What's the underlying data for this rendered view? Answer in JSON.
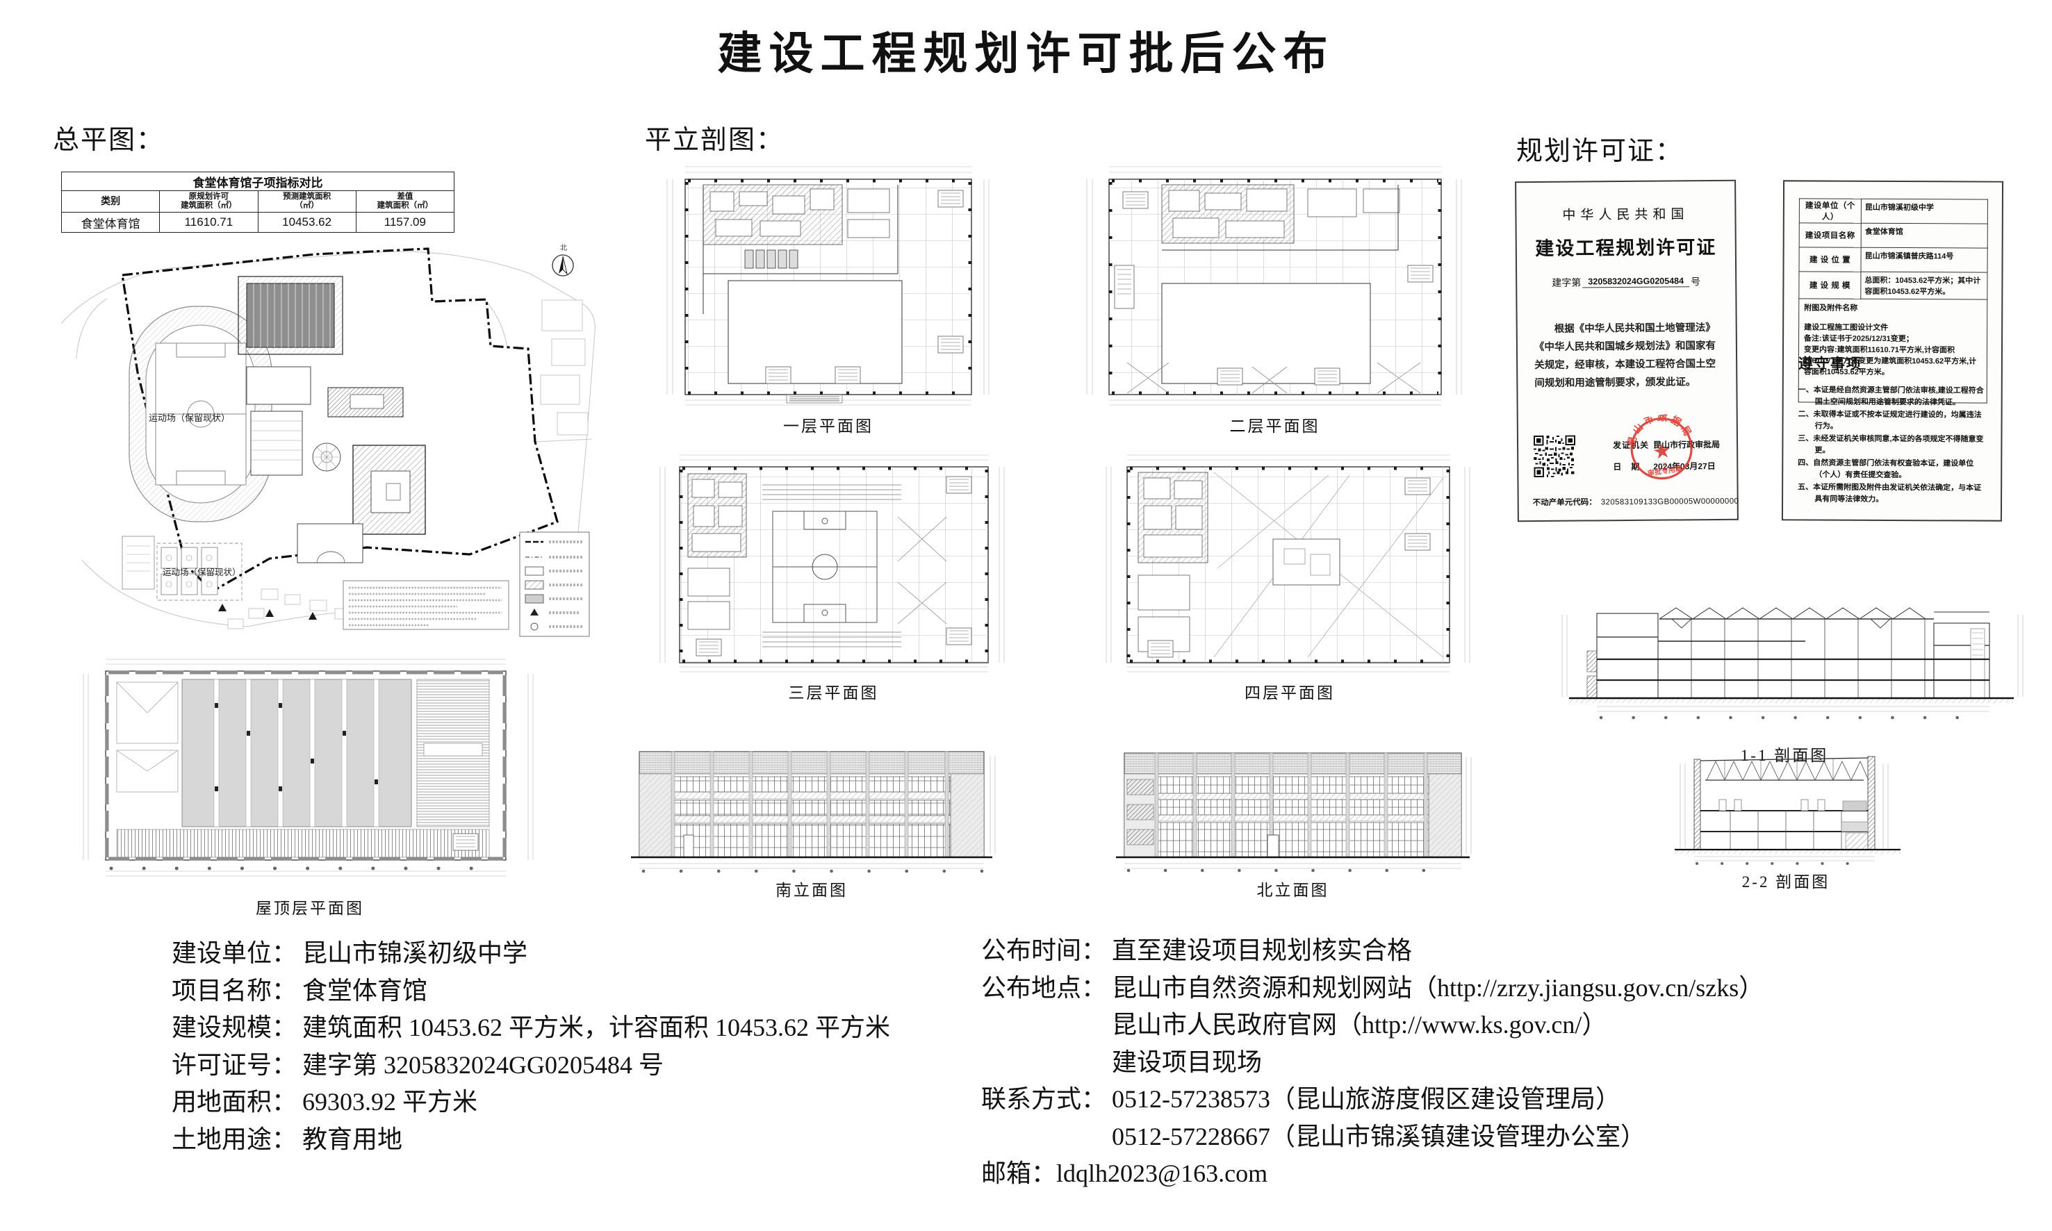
{
  "title": "建设工程规划许可批后公布",
  "section_labels": {
    "site": "总平图：",
    "drawings": "平立剖图：",
    "permit": "规划许可证："
  },
  "compare_table": {
    "title": "食堂体育馆子项指标对比",
    "col0": "类别",
    "col1a": "原规划许可",
    "col1b": "建筑面积（㎡）",
    "col2a": "预测建筑面积",
    "col2b": "（㎡）",
    "col3a": "差值",
    "col3b": "建筑面积（㎡）",
    "row": {
      "name": "食堂体育馆",
      "orig": "11610.71",
      "predicted": "10453.62",
      "diff": "1157.09"
    }
  },
  "site_plan": {
    "field_label_top": "运动场（保留现状）",
    "field_label_bottom": "运动场（保留现状）",
    "north_label": "北"
  },
  "drawing_labels": {
    "plan1": "一层平面图",
    "plan2": "二层平面图",
    "plan3": "三层平面图",
    "plan4": "四层平面图",
    "roof": "屋顶层平面图",
    "south": "南立面图",
    "north": "北立面图",
    "sec1": "1-1 剖面图",
    "sec2": "2-2 剖面图"
  },
  "permit": {
    "country": "中华人民共和国",
    "cert_title": "建设工程规划许可证",
    "no_prefix": "建字第",
    "no_value": "3205832024GG0205484",
    "no_suffix": "号",
    "body": "根据《中华人民共和国土地管理法》《中华人民共和国城乡规划法》和国家有关规定，经审核，本建设工程符合国土空间规划和用途管制要求，颁发此证。",
    "issuer_label": "发证机关",
    "issuer": "昆山市行政审批局",
    "date_label": "日期",
    "date": "2024年03月27日",
    "seal_arc_text": "昆山市数据局",
    "seal_bottom_text": "审批专用章",
    "seal_num": "(2)",
    "unit_code_label": "不动产单元代码：",
    "unit_code": "320583109133GB00005W00000000",
    "fields": [
      {
        "label": "建设单位（个人）",
        "value": "昆山市锦溪初级中学"
      },
      {
        "label": "建设项目名称",
        "value": "食堂体育馆"
      },
      {
        "label": "建 设 位 置",
        "value": "昆山市锦溪镇普庆路114号"
      },
      {
        "label": "建 设 规 模",
        "value": "总面积：10453.62平方米；其中计容面积10453.62平方米。"
      }
    ],
    "attachment_title": "附图及附件名称",
    "attachment_lines": [
      "建设工程施工图设计文件",
      "备注:该证书于2025/12/31变更；",
      "变更内容:建筑面积11610.71平方米,计容面积11610.71平方米变更为建筑面积10453.62平方米,计容面积10453.62平方米。"
    ],
    "notice_title": "遵守事项",
    "notice_items": [
      "一、本证是经自然资源主管部门依法审核,建设工程符合国土空间规划和用途管制要求的法律凭证。",
      "二、未取得本证或不按本证规定进行建设的，均属违法行为。",
      "三、未经发证机关审核同意,本证的各项规定不得随意变更。",
      "四、自然资源主管部门依法有权查验本证，建设单位（个人）有责任提交查验。",
      "五、本证所需附图及附件由发证机关依法确定，与本证具有同等法律效力。"
    ]
  },
  "info_left": [
    {
      "label": "建设单位：",
      "value": "昆山市锦溪初级中学"
    },
    {
      "label": "项目名称：",
      "value": "食堂体育馆"
    },
    {
      "label": "建设规模：",
      "value": "建筑面积 10453.62 平方米，计容面积 10453.62 平方米"
    },
    {
      "label": "许可证号：",
      "value": "建字第 3205832024GG0205484 号"
    },
    {
      "label": "用地面积：",
      "value": "69303.92 平方米"
    },
    {
      "label": "土地用途：",
      "value": "教育用地"
    }
  ],
  "info_right": [
    {
      "label": "公布时间：",
      "value": "直至建设项目规划核实合格"
    },
    {
      "label": "公布地点：",
      "value": "昆山市自然资源和规划网站（http://zrzy.jiangsu.gov.cn/szks）"
    },
    {
      "label": "",
      "value": "昆山市人民政府官网（http://www.ks.gov.cn/）"
    },
    {
      "label": "",
      "value": "建设项目现场"
    },
    {
      "label": "联系方式：",
      "value": "0512-57238573（昆山旅游度假区建设管理局）"
    },
    {
      "label": "",
      "value": "0512-57228667（昆山市锦溪镇建设管理办公室）"
    },
    {
      "label": "邮箱：",
      "value": "ldqlh2023@163.com"
    }
  ]
}
